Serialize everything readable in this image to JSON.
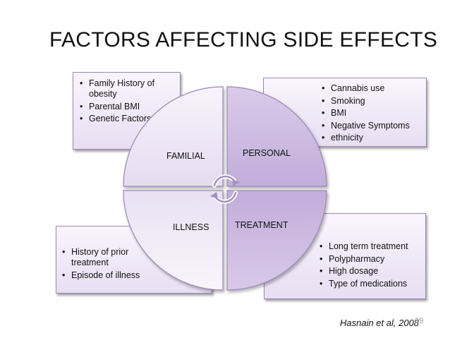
{
  "title": "FACTORS AFFECTING SIDE EFFECTS",
  "quadrants": {
    "familial": {
      "label": "FAMILIAL",
      "items": [
        "Family History of obesity",
        "Parental BMI",
        "Genetic Factors"
      ]
    },
    "personal": {
      "label": "PERSONAL",
      "items": [
        "Cannabis use",
        "Smoking",
        "BMI",
        "Negative Symptoms",
        "ethnicity"
      ]
    },
    "illness": {
      "label": "ILLNESS",
      "items": [
        "History of prior treatment",
        "Episode of illness"
      ]
    },
    "treatment": {
      "label": "TREATMENT",
      "items": [
        "Long term treatment",
        "Polypharmacy",
        "High dosage",
        "Type of medications"
      ]
    }
  },
  "citation": "Hasnain et al, 2008",
  "slide_number": "39",
  "colors": {
    "quadrant_fill_light": "#f3edf9",
    "quadrant_fill_dark": "#cbb8e0",
    "quadrant_border": "#9a87b6",
    "box_fill": "#ece4f4"
  }
}
